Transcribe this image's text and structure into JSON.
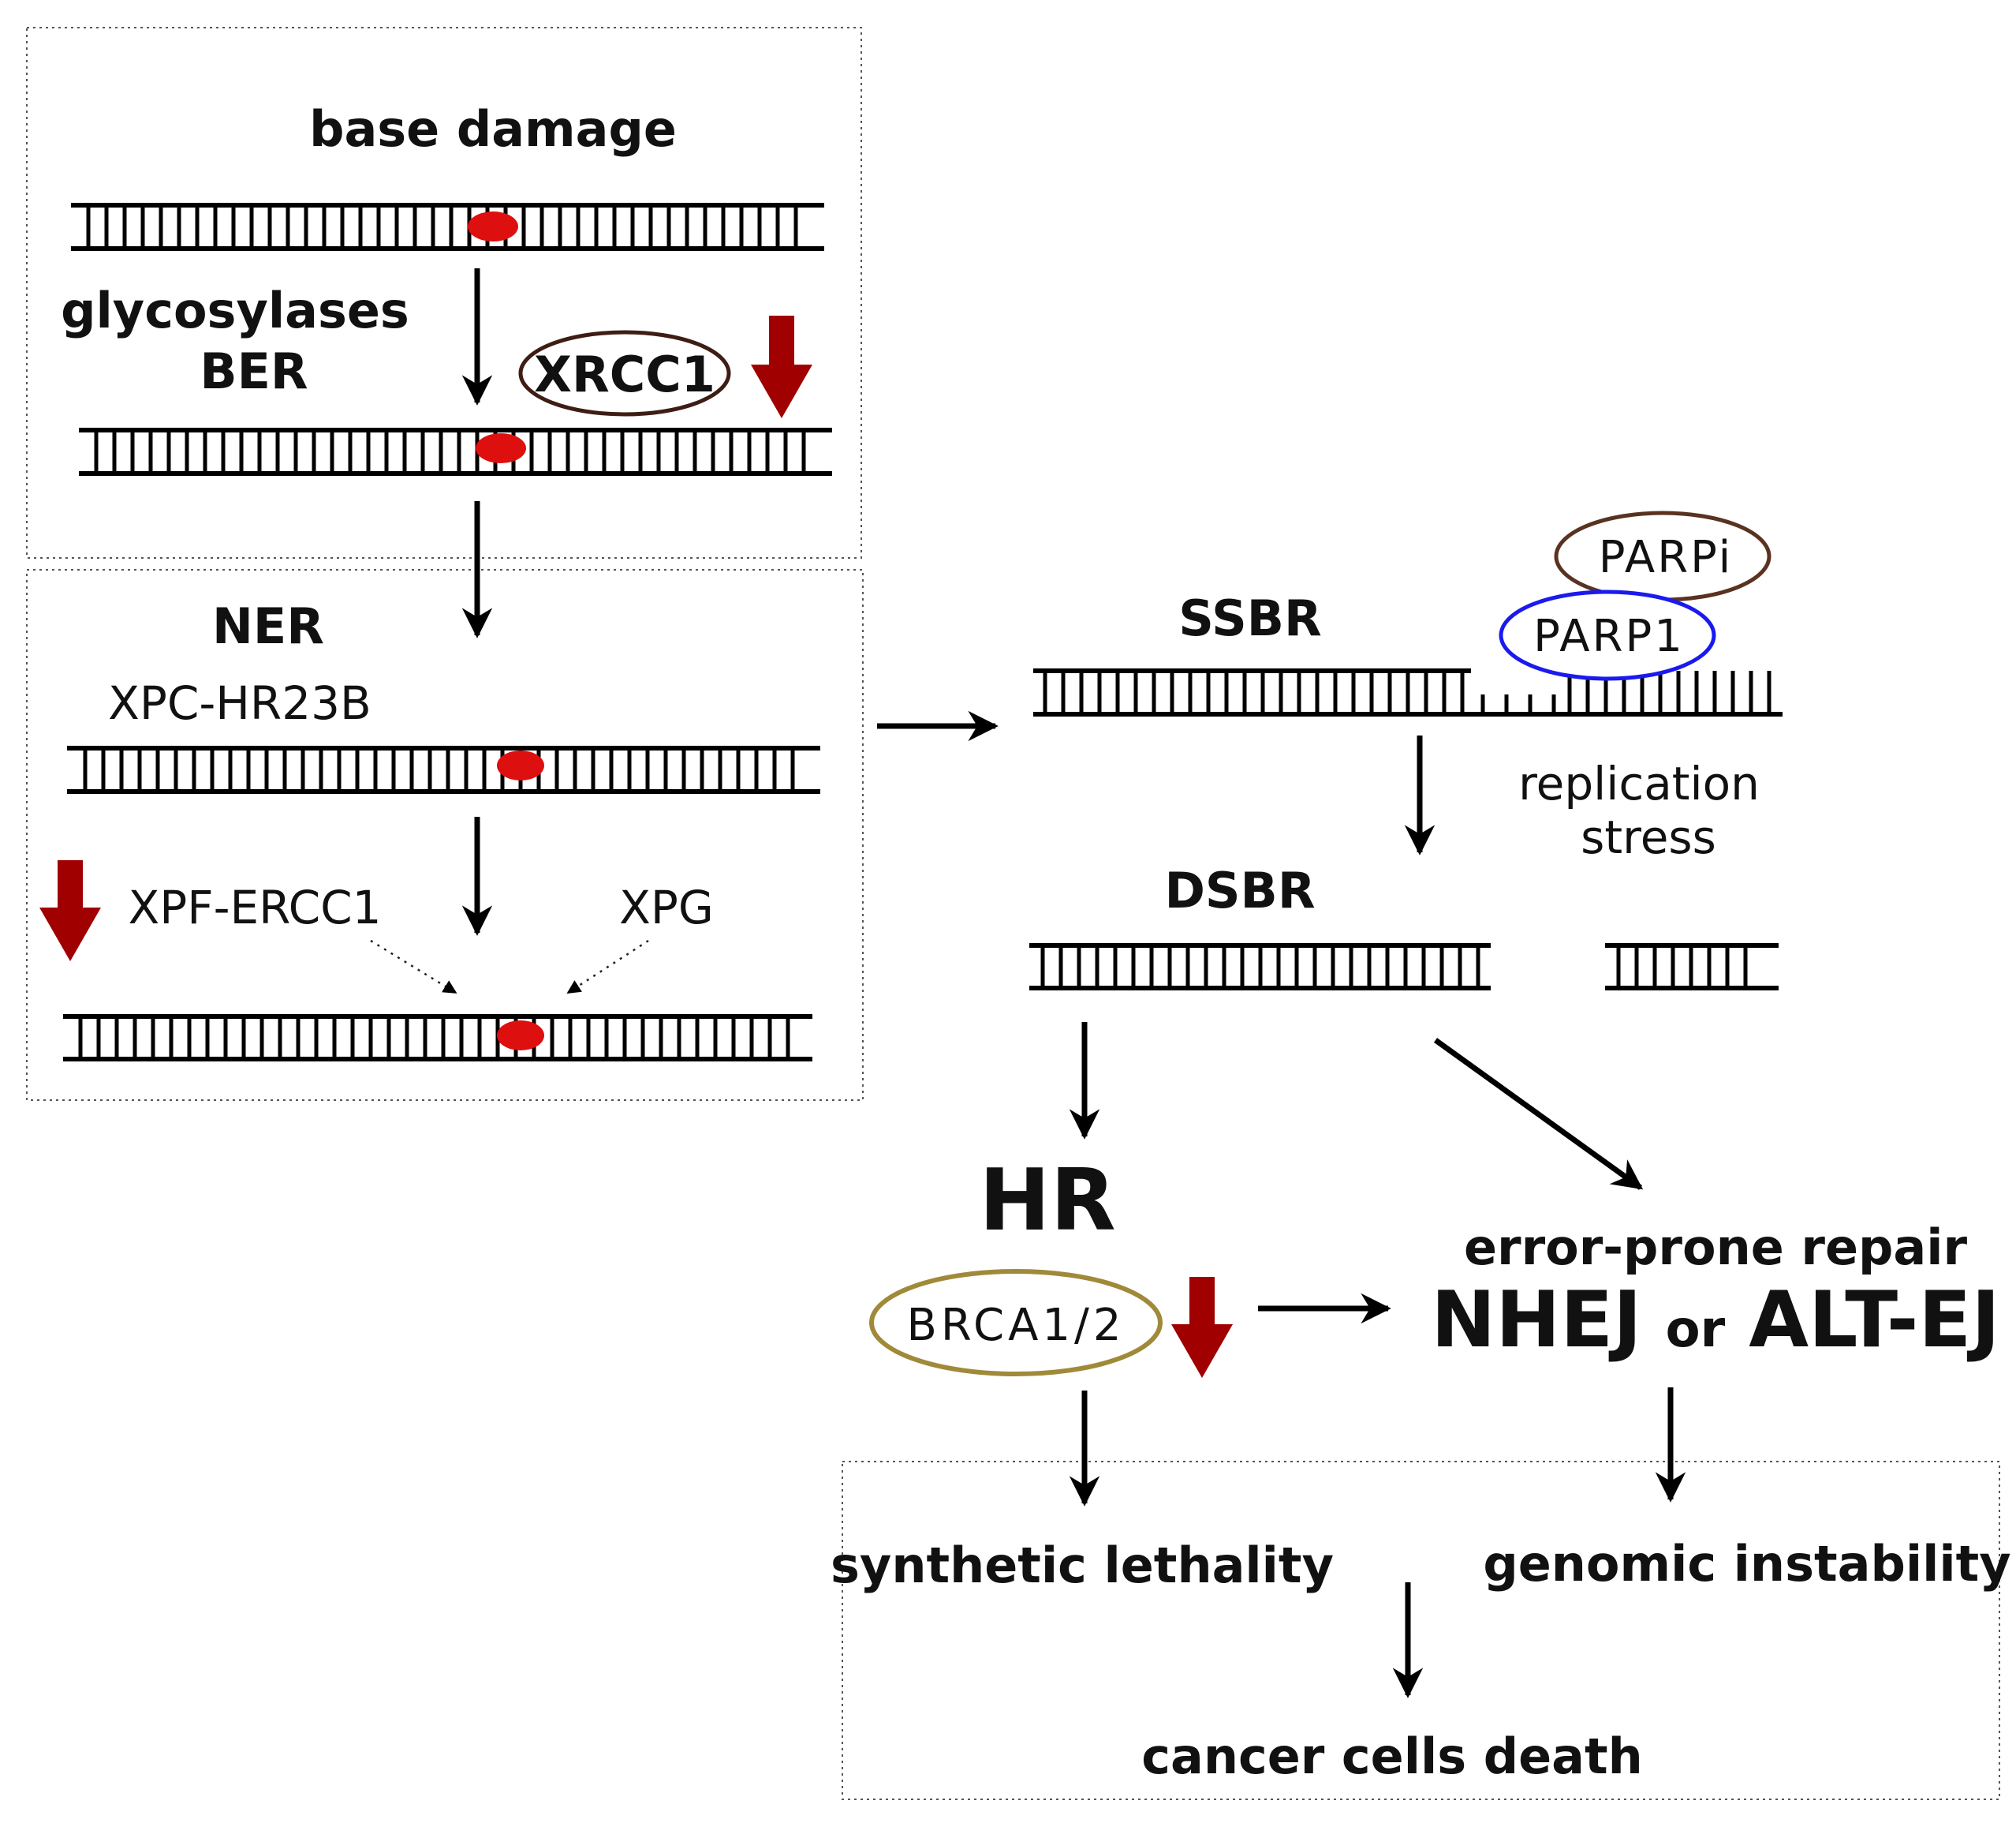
{
  "ber_panel": {
    "title": "base damage",
    "enzyme_label": "glycosylases",
    "pathway_label": "BER",
    "protein_label": "XRCC1"
  },
  "ner_panel": {
    "title": "NER",
    "recognition_label": "XPC-HR23B",
    "nuclease_left_label": "XPF-ERCC1",
    "nuclease_right_label": "XPG"
  },
  "ssbr": {
    "title": "SSBR",
    "inhibitor_label": "PARPi",
    "sensor_label": "PARP1",
    "stress_label_line1": "replication",
    "stress_label_line2": "stress"
  },
  "dsbr": {
    "title": "DSBR"
  },
  "hr": {
    "title": "HR",
    "gene_label": "BRCA1/2"
  },
  "error_repair": {
    "title": "error-prone repair",
    "path_a": "NHEJ",
    "connector": "or",
    "path_b": "ALT-EJ"
  },
  "outcomes": {
    "left": "synthetic lethality",
    "right": "genomic instability",
    "final": "cancer cells death"
  },
  "colors": {
    "lesion": "#dd0f0f",
    "down_arrow": "#a00000",
    "xrcc1_ring": "#3d1d14",
    "parpi_ring": "#5a3220",
    "parp1_ring": "#1a1aee",
    "brca_ring": "#a08a3a"
  }
}
